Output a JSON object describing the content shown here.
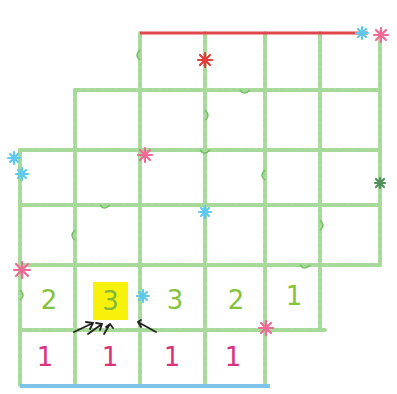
{
  "diagram": {
    "nodes": [
      {
        "text": [
          "3"
        ]
      }
    ],
    "labels": [
      "2",
      "3",
      "2",
      "1",
      "1",
      "1",
      "1",
      "1"
    ]
  }
}
